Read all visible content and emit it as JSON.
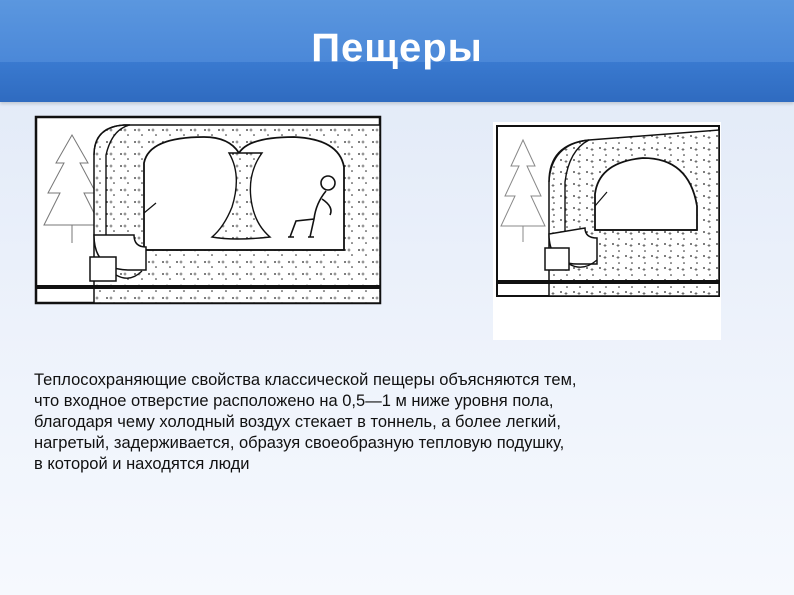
{
  "slide": {
    "title": "Пещеры",
    "body_lines": [
      "Теплосохраняющие свойства классической пещеры объясняются тем,",
      "что входное отверстие расположено на 0,5—1 м ниже уровня пола,",
      "благодаря чему холодный воздух стекает в тоннель, а более легкий,",
      "нагретый, задерживается, образуя своеобразную тепловую подушку,",
      "в которой и находятся люди"
    ]
  },
  "colors": {
    "title_band": "#3f82d6",
    "background": "#e8eef9",
    "text": "#111111"
  }
}
